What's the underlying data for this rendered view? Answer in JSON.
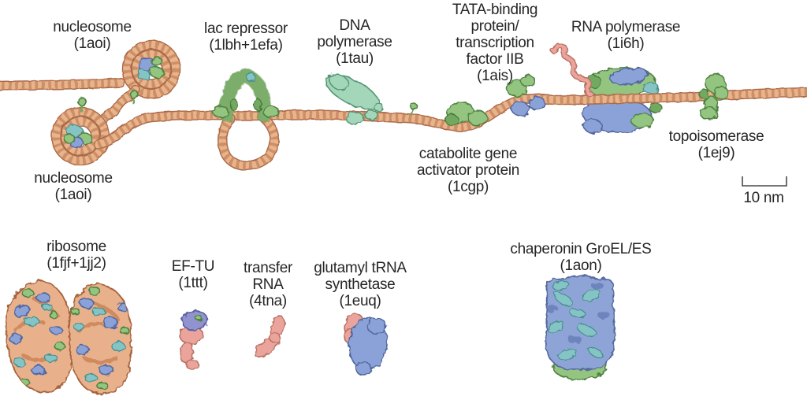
{
  "figure": {
    "title_context": "molecular machines on DNA",
    "labels": {
      "nucleosome_top": {
        "lines": [
          "nucleosome",
          "(1aoi)"
        ]
      },
      "lac_repressor": {
        "lines": [
          "lac repressor",
          "(1lbh+1efa)"
        ]
      },
      "dna_polymerase": {
        "lines": [
          "DNA",
          "polymerase",
          "(1tau)"
        ]
      },
      "tata_tfiib": {
        "lines": [
          "TATA-binding",
          "protein/",
          "transcription",
          "factor IIB",
          "(1ais)"
        ]
      },
      "rna_polymerase": {
        "lines": [
          "RNA polymerase",
          "(1i6h)"
        ]
      },
      "cap": {
        "lines": [
          "catabolite gene",
          "activator protein",
          "(1cgp)"
        ]
      },
      "topoisomerase": {
        "lines": [
          "topoisomerase",
          "(1ej9)"
        ]
      },
      "nucleosome_bottom": {
        "lines": [
          "nucleosome",
          "(1aoi)"
        ]
      },
      "ribosome": {
        "lines": [
          "ribosome",
          "(1fjf+1jj2)"
        ]
      },
      "ef_tu": {
        "lines": [
          "EF-TU",
          "(1ttt)"
        ]
      },
      "trna": {
        "lines": [
          "transfer",
          "RNA",
          "(4tna)"
        ]
      },
      "glutamyl_trna_synthetase": {
        "lines": [
          "glutamyl tRNA",
          "synthetase",
          "(1euq)"
        ]
      },
      "chaperonin": {
        "lines": [
          "chaperonin GroEL/ES",
          "(1aon)"
        ]
      }
    },
    "scale_bar": {
      "label": "10 nm"
    },
    "colors": {
      "dna": "#e9b38c",
      "dna_outline": "#aa6a48",
      "protein_green": "#93c581",
      "protein_mint": "#a4d7ba",
      "protein_teal": "#84c4c4",
      "protein_blue": "#8ba2d8",
      "protein_purple": "#9193cf",
      "rna_pink": "#eba49b",
      "ribosome_peach": "#e9b18b",
      "text": "#262626",
      "background": "#ffffff"
    }
  }
}
